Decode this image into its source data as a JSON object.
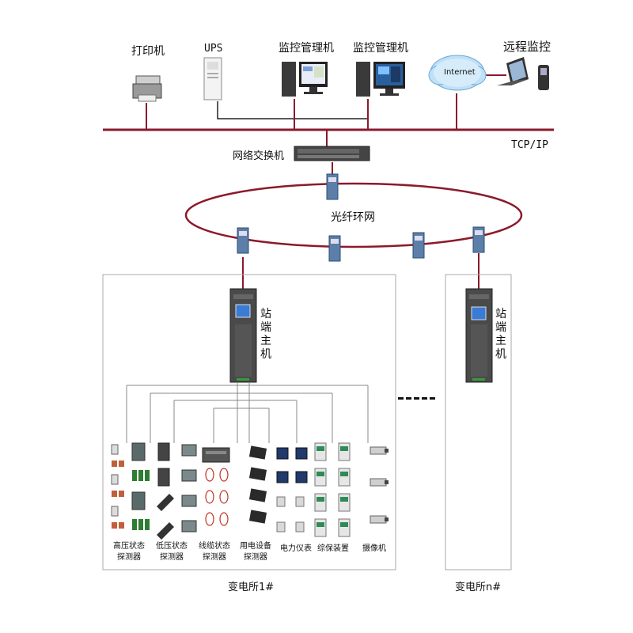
{
  "top": {
    "printer": "打印机",
    "ups": "UPS",
    "monitor1": "监控管理机",
    "monitor2": "监控管理机",
    "internet": "Internet",
    "remote": "远程监控"
  },
  "network": {
    "tcpip": "TCP/IP",
    "switch": "网络交换机",
    "ring": "光纤环网"
  },
  "station1": {
    "host": "站端主机",
    "name": "变电所1#",
    "devices": [
      {
        "label": "高压状态探测器"
      },
      {
        "label": "低压状态探测器"
      },
      {
        "label": "线缆状态探测器"
      },
      {
        "label": "用电设备探测器"
      },
      {
        "label": "电力仪表"
      },
      {
        "label": "综保装置"
      },
      {
        "label": "摄像机"
      }
    ]
  },
  "stationN": {
    "host": "站端主机",
    "name": "变电所n#"
  },
  "ellipsis": "......",
  "colors": {
    "bus": "#8b1a2b",
    "ring": "#8b1a2b",
    "wire": "#222222",
    "box_border": "#aaaaaa"
  }
}
